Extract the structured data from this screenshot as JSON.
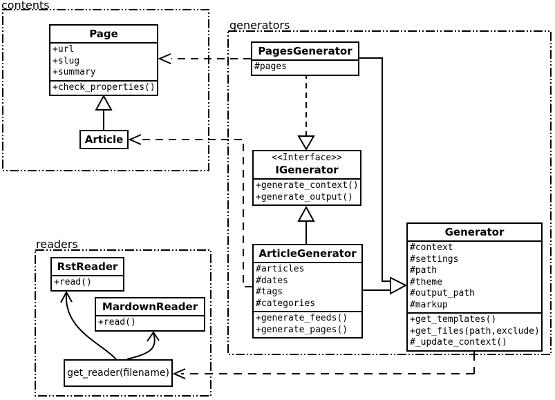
{
  "diagram": {
    "packages": {
      "contents": {
        "label": "contents"
      },
      "generators": {
        "label": "generators"
      },
      "readers": {
        "label": "readers"
      }
    },
    "classes": {
      "page": {
        "title": "Page",
        "attributes": [
          "+url",
          "+slug",
          "+summary"
        ],
        "methods": [
          "+check_properties()"
        ]
      },
      "article": {
        "title": "Article"
      },
      "pages_generator": {
        "title": "PagesGenerator",
        "attributes": [
          "#pages"
        ]
      },
      "igenerator": {
        "stereotype": "<<Interface>>",
        "title": "IGenerator",
        "methods": [
          "+generate_context()",
          "+generate_output()"
        ]
      },
      "article_generator": {
        "title": "ArticleGenerator",
        "attributes": [
          "#articles",
          "#dates",
          "#tags",
          "#categories"
        ],
        "methods": [
          "+generate_feeds()",
          "+generate_pages()"
        ]
      },
      "generator": {
        "title": "Generator",
        "attributes": [
          "#context",
          "#settings",
          "#path",
          "#theme",
          "#output_path",
          "#markup"
        ],
        "methods": [
          "+get_templates()",
          "+get_files(path,exclude)",
          "#_update_context()"
        ]
      },
      "rst_reader": {
        "title": "RstReader",
        "methods": [
          "+read()"
        ]
      },
      "mardown_reader": {
        "title": "MardownReader",
        "methods": [
          "+read()"
        ]
      }
    },
    "nodes": {
      "get_reader": {
        "label": "get_reader(filename)"
      }
    },
    "relationships": [
      {
        "from": "Article",
        "to": "Page",
        "type": "generalization"
      },
      {
        "from": "PagesGenerator",
        "to": "IGenerator",
        "type": "realization"
      },
      {
        "from": "ArticleGenerator",
        "to": "IGenerator",
        "type": "generalization"
      },
      {
        "from": "PagesGenerator",
        "to": "Generator",
        "type": "generalization"
      },
      {
        "from": "ArticleGenerator",
        "to": "Generator",
        "type": "generalization"
      },
      {
        "from": "PagesGenerator",
        "to": "Page",
        "type": "dependency"
      },
      {
        "from": "ArticleGenerator",
        "to": "Article",
        "type": "dependency"
      },
      {
        "from": "Generator",
        "to": "get_reader(filename)",
        "type": "dependency"
      },
      {
        "from": "get_reader(filename)",
        "to": "RstReader",
        "type": "arrow"
      },
      {
        "from": "get_reader(filename)",
        "to": "MardownReader",
        "type": "arrow"
      }
    ],
    "colors": {
      "line": "#000000",
      "fill": "#ffffff"
    }
  }
}
